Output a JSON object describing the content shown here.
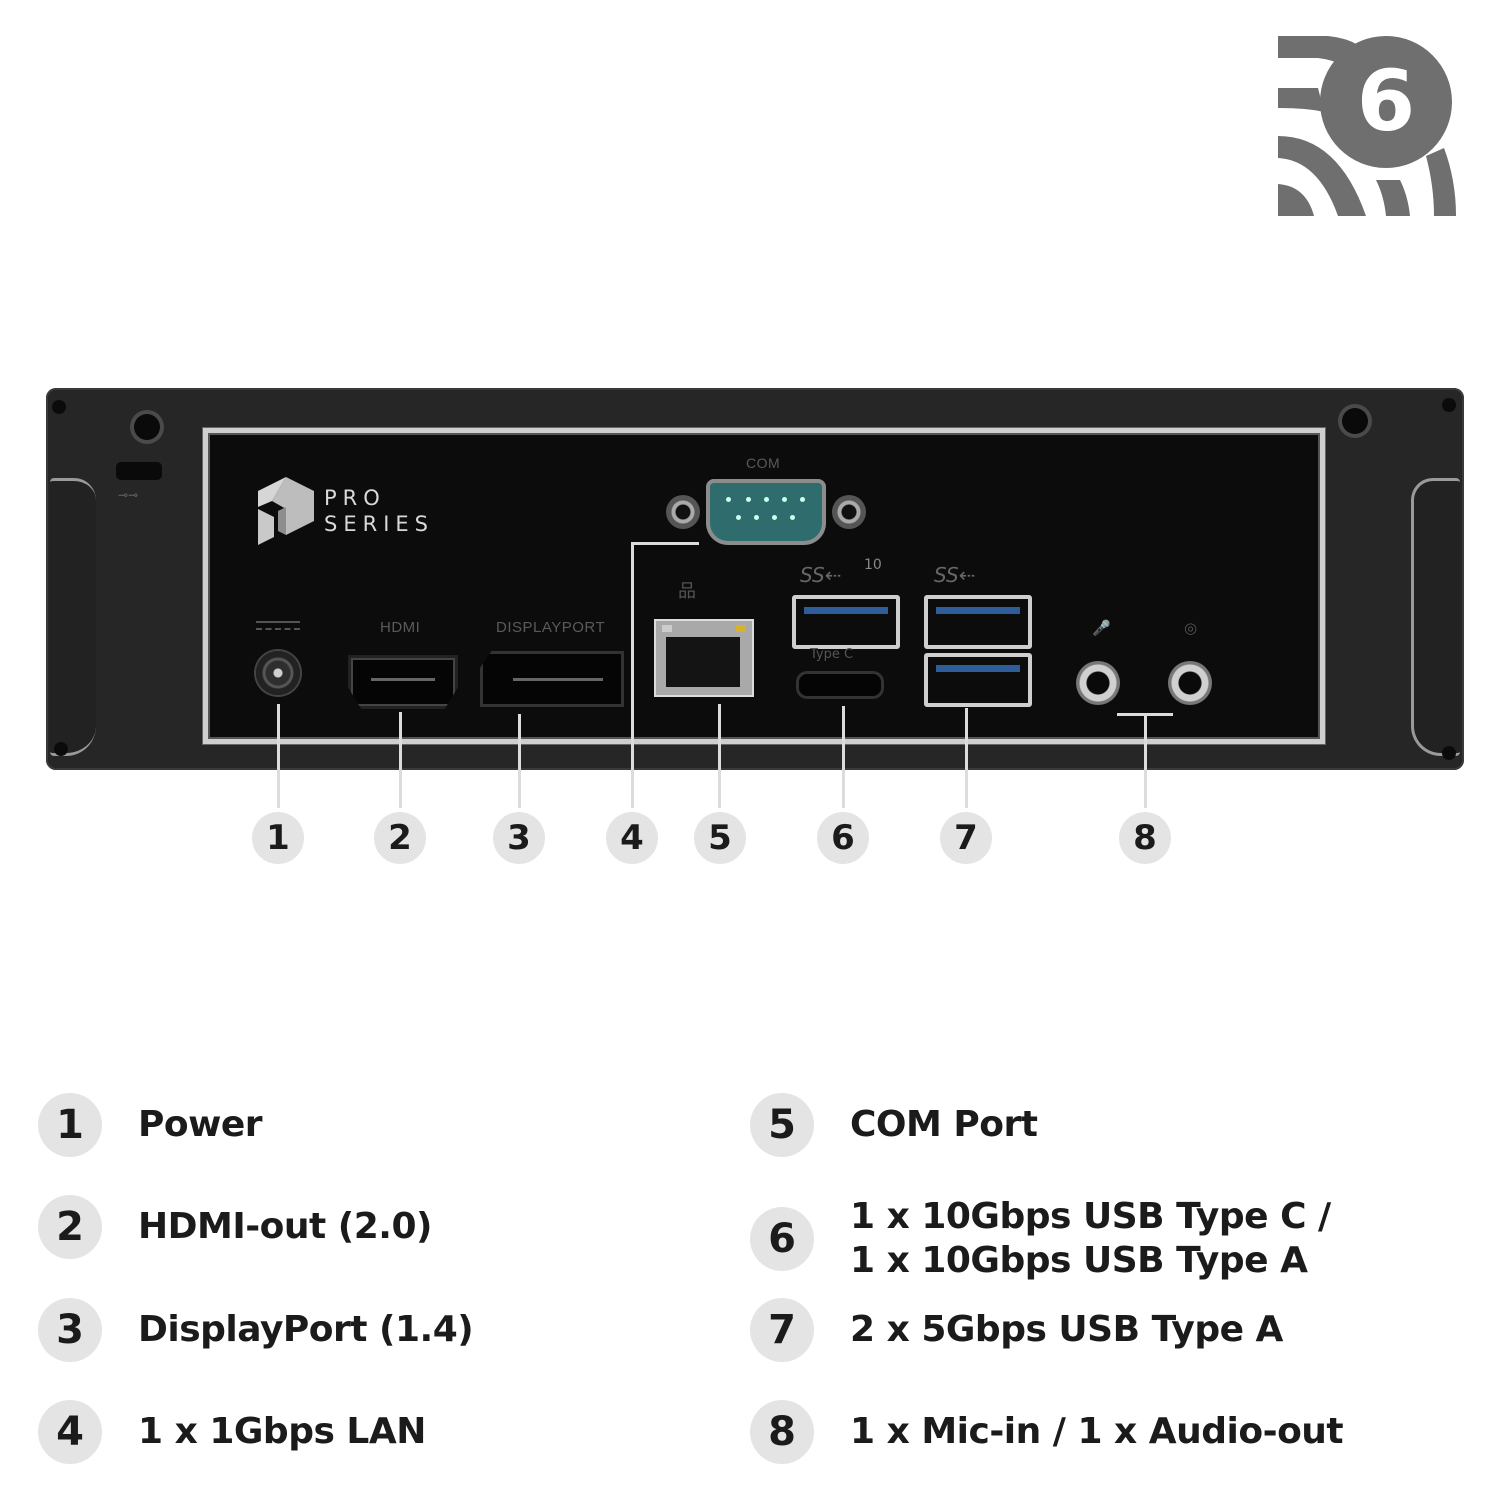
{
  "badge": {
    "icon": "wifi-6-icon",
    "number": "6",
    "color": "#6f6f6f"
  },
  "device": {
    "logo": {
      "line1": "PRO",
      "line2": "SERIES"
    },
    "port_labels": {
      "hdmi": "HDMI",
      "displayport": "DISPLAYPORT",
      "com": "COM",
      "usb_c": "Type C",
      "ss": "SS",
      "ss_10": "10"
    },
    "colors": {
      "chassis": "#262626",
      "shield": "#0c0c0c",
      "com": "#2f6c6e",
      "usb_blue": "#2e5d9a"
    }
  },
  "callouts": [
    "1",
    "2",
    "3",
    "4",
    "5",
    "6",
    "7",
    "8"
  ],
  "legend": {
    "left": [
      {
        "num": "1",
        "text": "Power"
      },
      {
        "num": "2",
        "text": "HDMI-out (2.0)"
      },
      {
        "num": "3",
        "text": "DisplayPort (1.4)"
      },
      {
        "num": "4",
        "text": "1 x 1Gbps LAN"
      }
    ],
    "right": [
      {
        "num": "5",
        "text": "COM Port"
      },
      {
        "num": "6",
        "text_line1": "1 x 10Gbps USB Type C /",
        "text_line2": "1 x 10Gbps USB Type A"
      },
      {
        "num": "7",
        "text": "2 x 5Gbps USB Type A"
      },
      {
        "num": "8",
        "text": "1 x Mic-in / 1 x Audio-out"
      }
    ]
  }
}
